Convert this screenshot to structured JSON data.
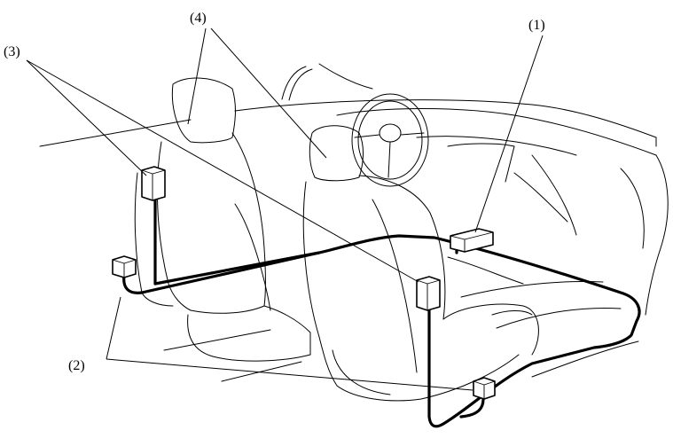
{
  "callouts": {
    "c1": "(1)",
    "c2": "(2)",
    "c3": "(3)",
    "c4": "(4)"
  },
  "colors": {
    "line": "#000000",
    "background": "#ffffff"
  }
}
